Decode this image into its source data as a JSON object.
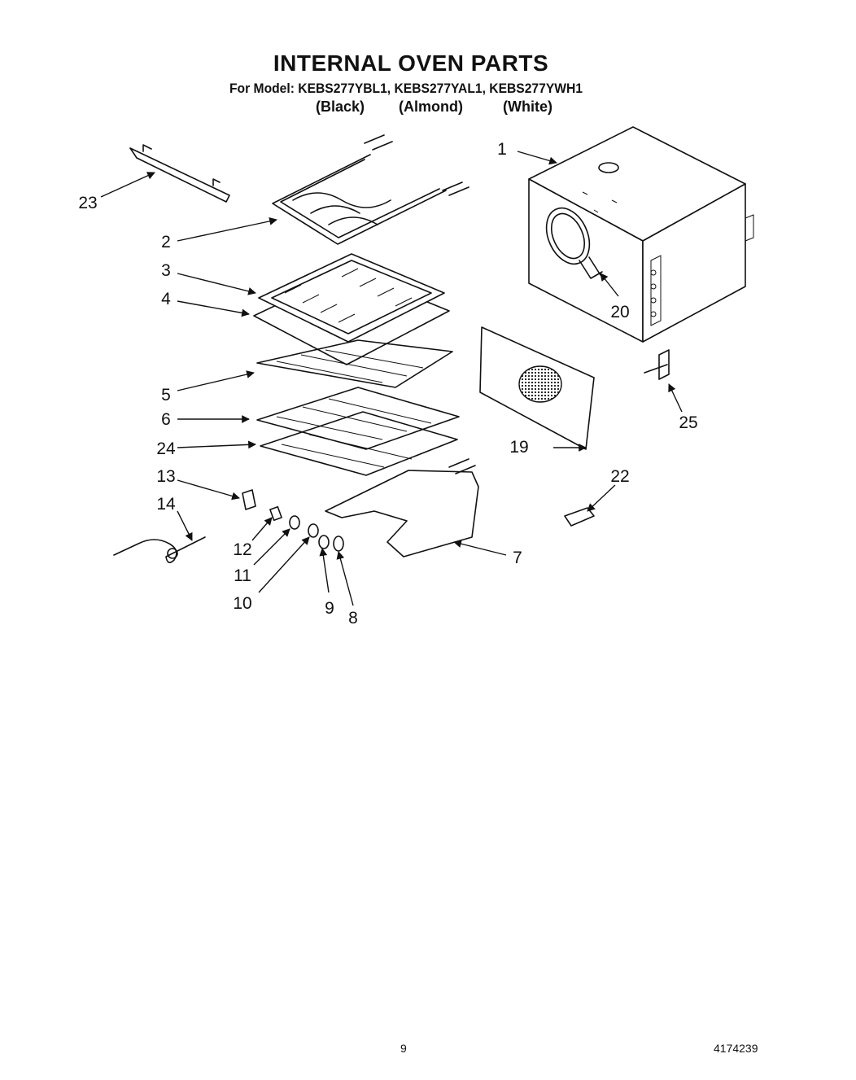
{
  "header": {
    "title": "INTERNAL OVEN PARTS",
    "model_line": "For Model: KEBS277YBL1, KEBS277YAL1, KEBS277YWH1",
    "colors": [
      "(Black)",
      "(Almond)",
      "(White)"
    ]
  },
  "part_numbers": [
    "1",
    "2",
    "3",
    "4",
    "5",
    "6",
    "7",
    "8",
    "9",
    "10",
    "11",
    "12",
    "13",
    "14",
    "19",
    "20",
    "22",
    "23",
    "24",
    "25"
  ],
  "footer": {
    "page_number": "9",
    "doc_number": "4174239"
  }
}
